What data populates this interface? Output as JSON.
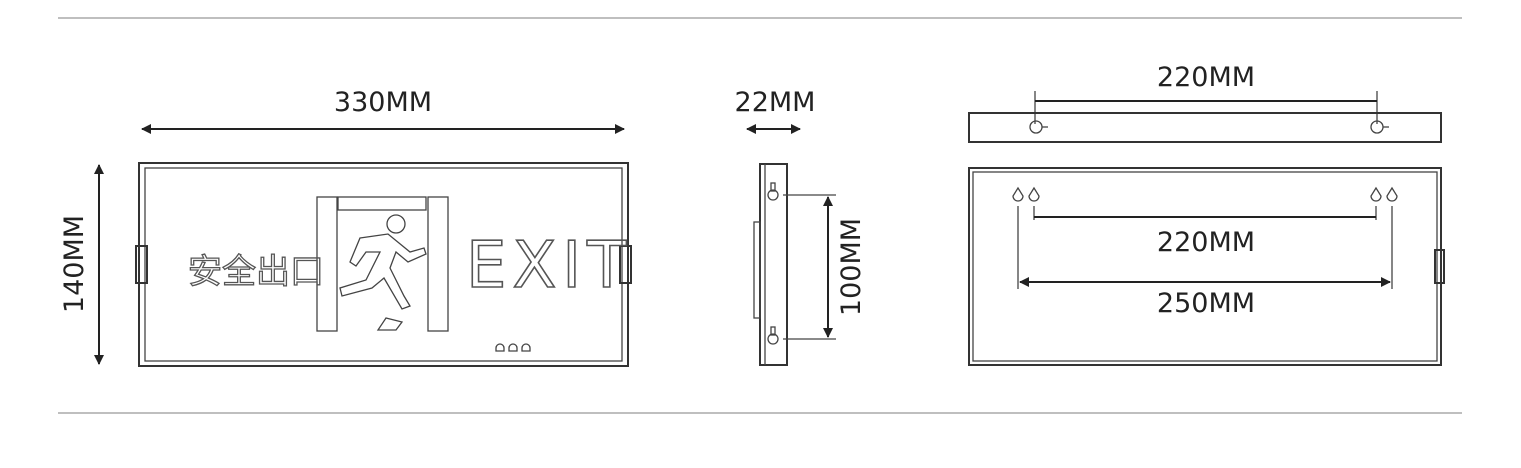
{
  "dimensions": {
    "front_width": "330MM",
    "front_height": "140MM",
    "side_depth": "22MM",
    "side_hole_spacing": "100MM",
    "top_hole_spacing": "220MM",
    "back_inner_spacing": "220MM",
    "back_outer_spacing": "250MM"
  },
  "sign": {
    "chinese_text": "安全出口",
    "english_text": "EXIT"
  },
  "colors": {
    "line": "#333333",
    "rule": "#aaaaaa",
    "background": "#ffffff"
  }
}
